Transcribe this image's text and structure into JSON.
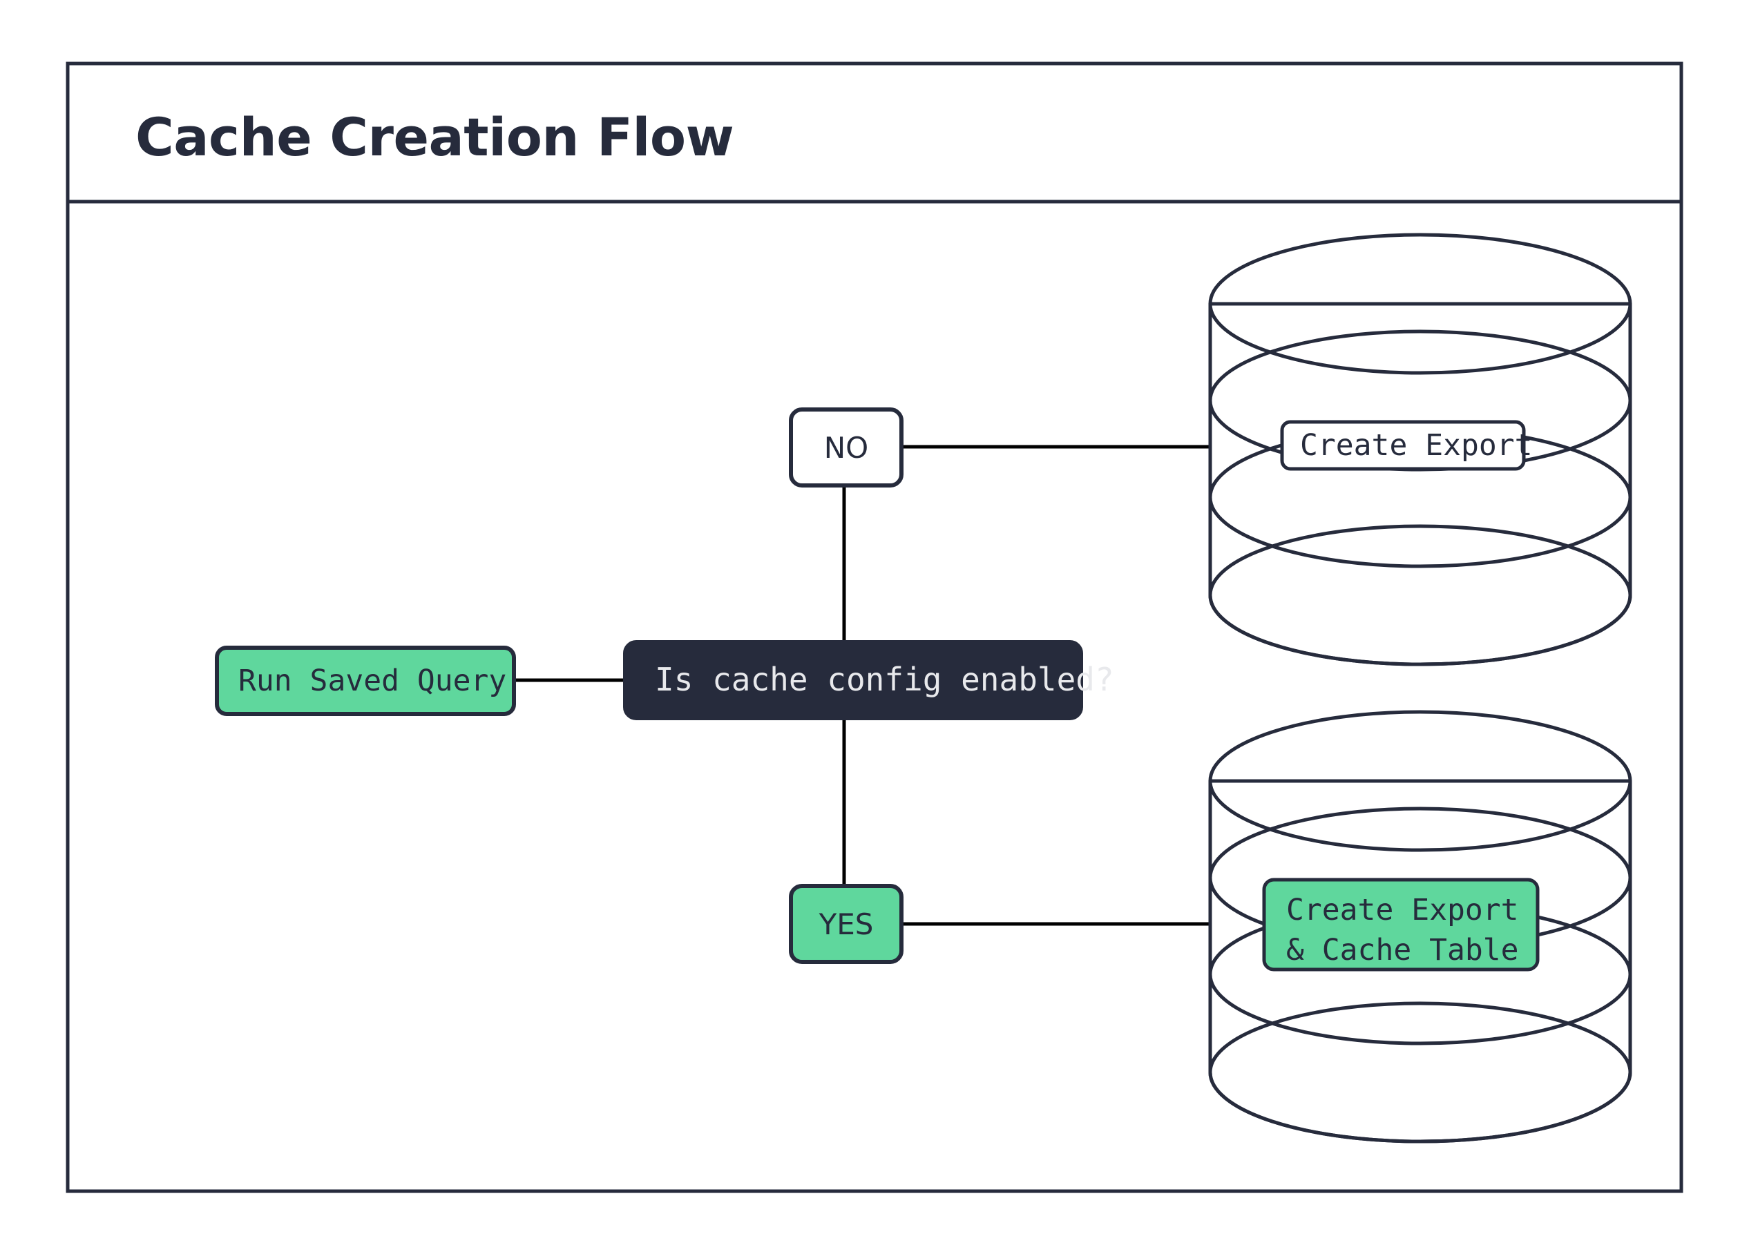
{
  "diagram": {
    "title": "Cache Creation Flow",
    "type": "flowchart",
    "colors": {
      "accent_green": "#5FD79D",
      "dark_navy": "#262B3C",
      "background": "#FFFFFF",
      "light_text": "#E8E9EC"
    },
    "nodes": [
      {
        "id": "run-saved-query",
        "label": "Run Saved Query",
        "shape": "rounded-rect",
        "style": "green",
        "font": "mono"
      },
      {
        "id": "decision",
        "label": "Is cache config enabled?",
        "shape": "rounded-rect",
        "style": "dark",
        "font": "mono"
      },
      {
        "id": "branch-no",
        "label": "NO",
        "shape": "rounded-rect",
        "style": "white",
        "font": "sans"
      },
      {
        "id": "branch-yes",
        "label": "YES",
        "shape": "rounded-rect",
        "style": "green",
        "font": "sans"
      },
      {
        "id": "db-export",
        "label": "Create Export",
        "shape": "database-cylinder",
        "style": "white-label",
        "font": "mono"
      },
      {
        "id": "db-export-cache",
        "label_line1": "Create Export",
        "label_line2": "& Cache Table",
        "shape": "database-cylinder",
        "style": "green-label",
        "font": "mono"
      }
    ],
    "edges": [
      {
        "from": "run-saved-query",
        "to": "decision",
        "label": ""
      },
      {
        "from": "decision",
        "to": "branch-no",
        "label": ""
      },
      {
        "from": "decision",
        "to": "branch-yes",
        "label": ""
      },
      {
        "from": "branch-no",
        "to": "db-export",
        "label": ""
      },
      {
        "from": "branch-yes",
        "to": "db-export-cache",
        "label": ""
      }
    ]
  }
}
